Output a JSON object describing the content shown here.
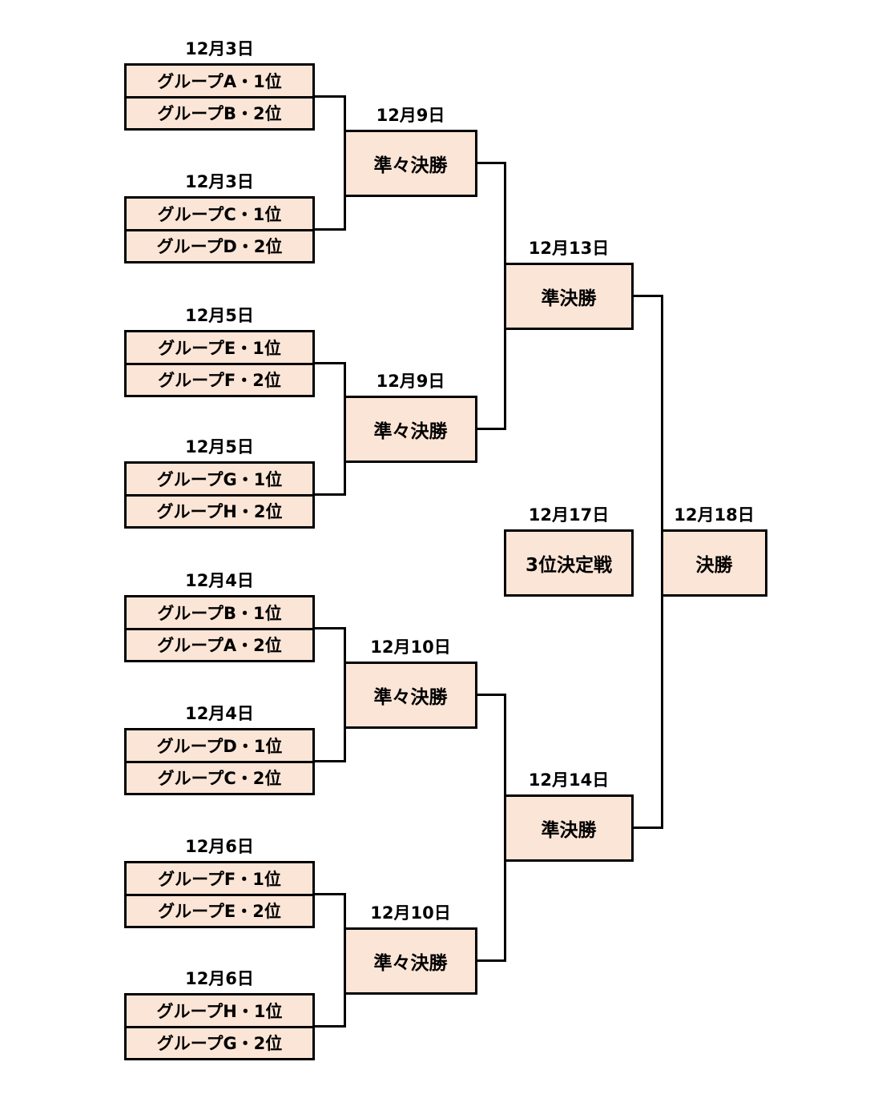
{
  "colors": {
    "background": "#FFFFFF",
    "box_fill": "#FBE5D6",
    "box_border": "#000000",
    "line": "#000000",
    "text": "#000000"
  },
  "bracket": {
    "pairs": [
      {
        "date": "12月3日",
        "top": "グループA・1位",
        "bottom": "グループB・2位"
      },
      {
        "date": "12月3日",
        "top": "グループC・1位",
        "bottom": "グループD・2位"
      },
      {
        "date": "12月5日",
        "top": "グループE・1位",
        "bottom": "グループF・2位"
      },
      {
        "date": "12月5日",
        "top": "グループG・1位",
        "bottom": "グループH・2位"
      },
      {
        "date": "12月4日",
        "top": "グループB・1位",
        "bottom": "グループA・2位"
      },
      {
        "date": "12月4日",
        "top": "グループD・1位",
        "bottom": "グループC・2位"
      },
      {
        "date": "12月6日",
        "top": "グループF・1位",
        "bottom": "グループE・2位"
      },
      {
        "date": "12月6日",
        "top": "グループH・1位",
        "bottom": "グループG・2位"
      }
    ],
    "quarterfinals": [
      {
        "date": "12月9日",
        "label": "準々決勝"
      },
      {
        "date": "12月9日",
        "label": "準々決勝"
      },
      {
        "date": "12月10日",
        "label": "準々決勝"
      },
      {
        "date": "12月10日",
        "label": "準々決勝"
      }
    ],
    "semifinals": [
      {
        "date": "12月13日",
        "label": "準決勝"
      },
      {
        "date": "12月14日",
        "label": "準決勝"
      }
    ],
    "third_place": {
      "date": "12月17日",
      "label": "3位決定戦"
    },
    "final": {
      "date": "12月18日",
      "label": "決勝"
    }
  }
}
